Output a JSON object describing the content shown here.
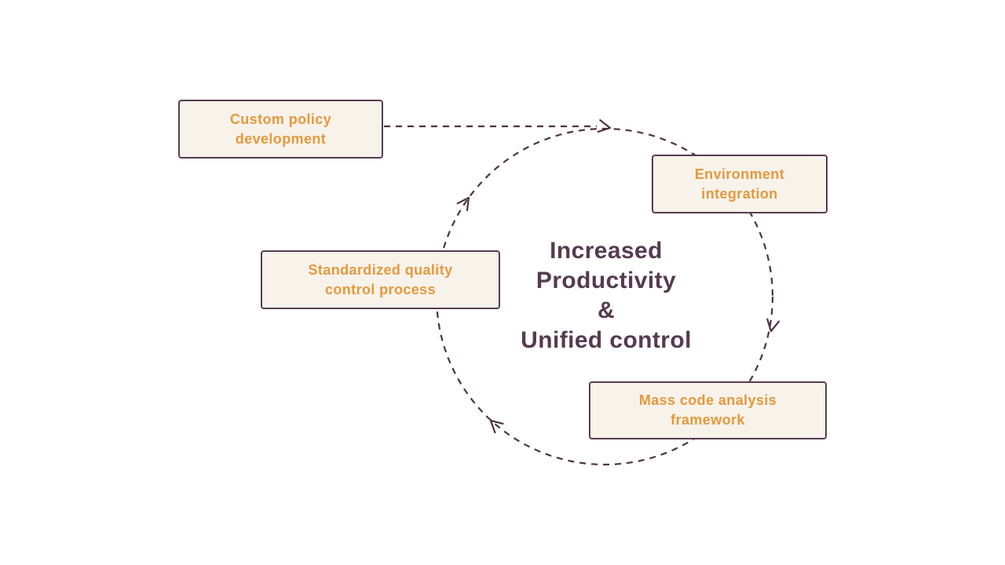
{
  "colors": {
    "background": "#ffffff",
    "node_fill": "#f7f2ea",
    "node_border": "#583c50",
    "node_text": "#e5993c",
    "center_text": "#563a50",
    "line": "#4e3145"
  },
  "center": {
    "lines": [
      "Increased",
      "Productivity",
      "&",
      "Unified control"
    ]
  },
  "nodes": [
    {
      "label": "Custom policy development",
      "lines": [
        "Custom policy",
        "development"
      ]
    },
    {
      "label": "Environment integration",
      "lines": [
        "Environment",
        "integration"
      ]
    },
    {
      "label": "Standardized quality control process",
      "lines": [
        "Standardized quality",
        "control process"
      ]
    },
    {
      "label": "Mass code analysis framework",
      "lines": [
        "Mass code analysis",
        "framework"
      ]
    }
  ],
  "cycle": {
    "direction": "clockwise",
    "arrow_count": 4
  }
}
